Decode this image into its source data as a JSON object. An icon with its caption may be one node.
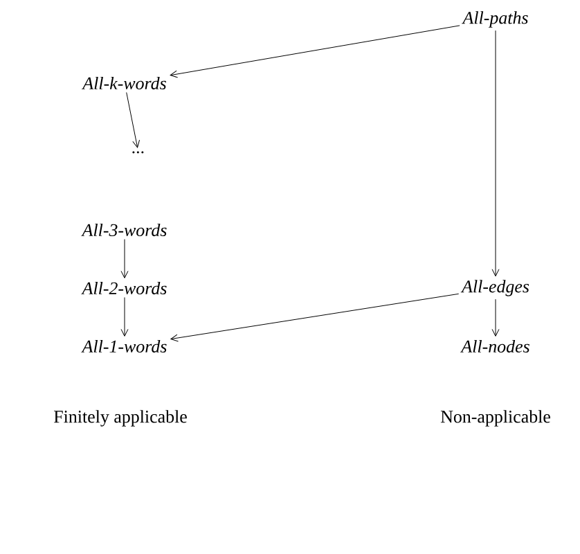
{
  "diagram": {
    "nodes": [
      {
        "text": [
          "All-paths"
        ]
      },
      {
        "text": [
          "All-*k*-words"
        ]
      },
      {
        "text": [
          "..."
        ]
      },
      {
        "text": [
          "*All*-3-*words*"
        ]
      },
      {
        "text": [
          "*All*-2-*words*"
        ]
      },
      {
        "text": [
          "*All*-1-*words*"
        ]
      },
      {
        "text": [
          "All-edges"
        ]
      },
      {
        "text": [
          "All-nodes"
        ]
      }
    ],
    "edges": [
      {
        "from": 0,
        "to": 1,
        "arrow": "to"
      },
      {
        "from": 1,
        "to": 2,
        "arrow": "to"
      },
      {
        "from": 3,
        "to": 4,
        "arrow": "to"
      },
      {
        "from": 4,
        "to": 5,
        "arrow": "to"
      },
      {
        "from": 0,
        "to": 6,
        "arrow": "to"
      },
      {
        "from": 6,
        "to": 7,
        "arrow": "to"
      },
      {
        "from": 6,
        "to": 5,
        "arrow": "to"
      }
    ],
    "labels": [
      "Finitely applicable",
      "Non-applicable"
    ]
  }
}
